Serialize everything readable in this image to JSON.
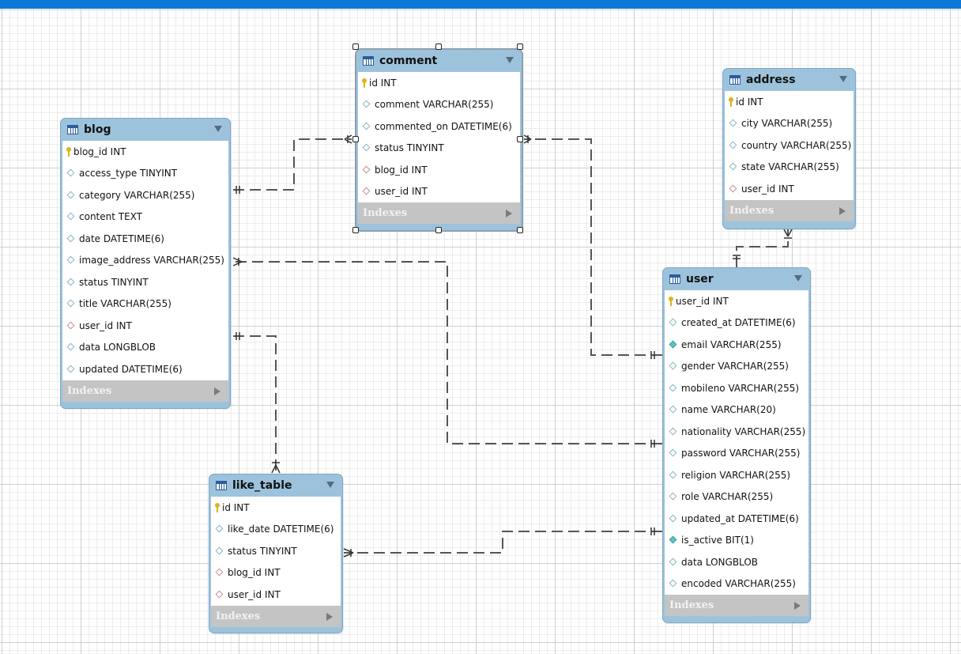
{
  "tables": {
    "blog": {
      "name": "blog",
      "indexes_label": "Indexes",
      "columns": [
        {
          "text": "blog_id INT",
          "icon": "pk"
        },
        {
          "text": "access_type TINYINT",
          "icon": "attr"
        },
        {
          "text": "category VARCHAR(255)",
          "icon": "attr"
        },
        {
          "text": "content TEXT",
          "icon": "attr"
        },
        {
          "text": "date DATETIME(6)",
          "icon": "attr"
        },
        {
          "text": "image_address VARCHAR(255)",
          "icon": "attr"
        },
        {
          "text": "status TINYINT",
          "icon": "attr"
        },
        {
          "text": "title VARCHAR(255)",
          "icon": "attr"
        },
        {
          "text": "user_id INT",
          "icon": "fk"
        },
        {
          "text": "data LONGBLOB",
          "icon": "attr"
        },
        {
          "text": "updated DATETIME(6)",
          "icon": "attr"
        }
      ]
    },
    "comment": {
      "name": "comment",
      "indexes_label": "Indexes",
      "columns": [
        {
          "text": "id INT",
          "icon": "pk"
        },
        {
          "text": "comment VARCHAR(255)",
          "icon": "attr"
        },
        {
          "text": "commented_on DATETIME(6)",
          "icon": "attr"
        },
        {
          "text": "status TINYINT",
          "icon": "attr"
        },
        {
          "text": "blog_id INT",
          "icon": "fk"
        },
        {
          "text": "user_id INT",
          "icon": "fk"
        }
      ]
    },
    "address": {
      "name": "address",
      "indexes_label": "Indexes",
      "columns": [
        {
          "text": "id INT",
          "icon": "pk"
        },
        {
          "text": "city VARCHAR(255)",
          "icon": "attr"
        },
        {
          "text": "country VARCHAR(255)",
          "icon": "attr"
        },
        {
          "text": "state VARCHAR(255)",
          "icon": "attr"
        },
        {
          "text": "user_id INT",
          "icon": "fk"
        }
      ]
    },
    "user": {
      "name": "user",
      "indexes_label": "Indexes",
      "columns": [
        {
          "text": "user_id INT",
          "icon": "pk"
        },
        {
          "text": "created_at DATETIME(6)",
          "icon": "attr"
        },
        {
          "text": "email VARCHAR(255)",
          "icon": "uniq"
        },
        {
          "text": "gender VARCHAR(255)",
          "icon": "attr"
        },
        {
          "text": "mobileno VARCHAR(255)",
          "icon": "attr"
        },
        {
          "text": "name VARCHAR(20)",
          "icon": "attr"
        },
        {
          "text": "nationality VARCHAR(255)",
          "icon": "attr"
        },
        {
          "text": "password VARCHAR(255)",
          "icon": "attr"
        },
        {
          "text": "religion VARCHAR(255)",
          "icon": "attr"
        },
        {
          "text": "role VARCHAR(255)",
          "icon": "attr"
        },
        {
          "text": "updated_at DATETIME(6)",
          "icon": "attr"
        },
        {
          "text": "is_active BIT(1)",
          "icon": "uniq"
        },
        {
          "text": "data LONGBLOB",
          "icon": "attr"
        },
        {
          "text": "encoded VARCHAR(255)",
          "icon": "attr"
        }
      ]
    },
    "like_table": {
      "name": "like_table",
      "indexes_label": "Indexes",
      "columns": [
        {
          "text": "id INT",
          "icon": "pk"
        },
        {
          "text": "like_date DATETIME(6)",
          "icon": "attr"
        },
        {
          "text": "status TINYINT",
          "icon": "attr"
        },
        {
          "text": "blog_id INT",
          "icon": "fk"
        },
        {
          "text": "user_id INT",
          "icon": "fk"
        }
      ]
    }
  },
  "colors": {
    "titlebar": "#0a78d7",
    "table_header": "#9dc3dc",
    "indexes_bar": "#c4c4c4",
    "connector": "#555555"
  }
}
